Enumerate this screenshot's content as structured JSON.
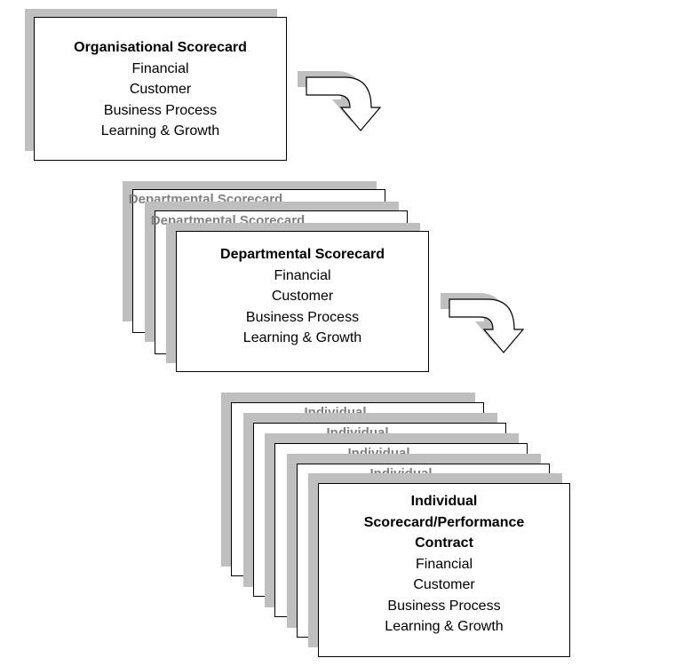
{
  "organisational": {
    "title": "Organisational Scorecard",
    "items": [
      "Financial",
      "Customer",
      "Business Process",
      "Learning & Growth"
    ]
  },
  "departmental": {
    "back_titles": [
      "Departmental Scorecard",
      "Departmental Scorecard"
    ],
    "title": "Departmental Scorecard",
    "items": [
      "Financial",
      "Customer",
      "Business Process",
      "Learning & Growth"
    ]
  },
  "individual": {
    "back_titles": [
      "Individual",
      "Individual",
      "Individual",
      "Individual"
    ],
    "title_lines": [
      "Individual",
      "Scorecard/Performance",
      "Contract"
    ],
    "items": [
      "Financial",
      "Customer",
      "Business Process",
      "Learning & Growth"
    ]
  },
  "colors": {
    "shadow": "#bfbfbf",
    "border": "#000000",
    "peek_text": "#7f7f7f"
  },
  "icons": [
    "curved-arrow-down-right-icon",
    "curved-arrow-down-right-icon"
  ]
}
